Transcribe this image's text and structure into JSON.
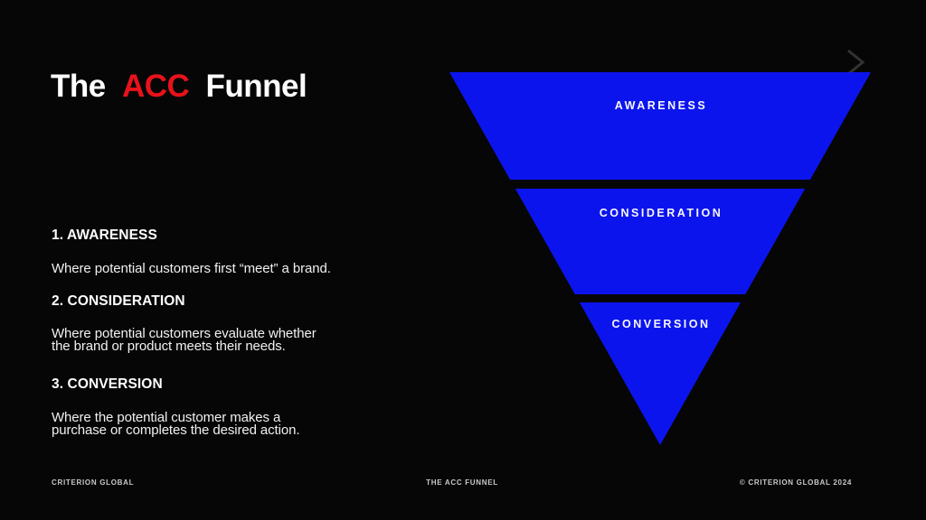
{
  "colors": {
    "background": "#060606",
    "funnel_blue": "#0c14ee",
    "title_red": "#e8121b",
    "text_white": "#ffffff",
    "footer_gray": "#c9c9c9",
    "chevron_gray": "#333333"
  },
  "title": {
    "word1": "The",
    "word2": "ACC",
    "word3": "Funnel"
  },
  "sections": [
    {
      "heading": "1. AWARENESS",
      "lines": [
        "Where potential customers first “meet” a brand."
      ]
    },
    {
      "heading": "2. CONSIDERATION",
      "lines": [
        "Where potential customers evaluate whether",
        "the brand or product meets their needs."
      ]
    },
    {
      "heading": "3. CONVERSION",
      "lines": [
        "Where the potential customer makes a",
        "purchase or completes the desired action."
      ]
    }
  ],
  "funnel": {
    "stages": [
      {
        "label": "AWARENESS"
      },
      {
        "label": "CONSIDERATION"
      },
      {
        "label": "CONVERSION"
      }
    ]
  },
  "footer": {
    "left": "CRITERION GLOBAL",
    "center": "THE ACC FUNNEL",
    "right": "© CRITERION GLOBAL 2024"
  }
}
